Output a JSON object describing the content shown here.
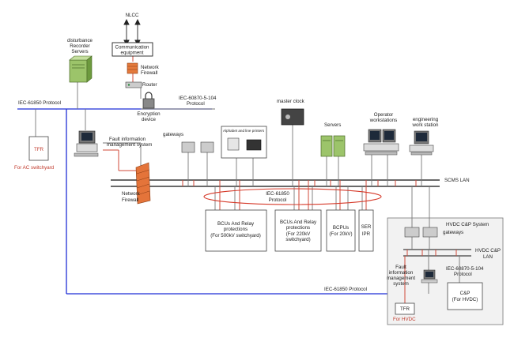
{
  "labels": {
    "nlcc": "NLCC",
    "comm_equipment_1": "Communication",
    "comm_equipment_2": "equipment",
    "network_firewall_top_1": "Network",
    "network_firewall_top_2": "Firewall",
    "router": "Router",
    "encryption_1": "Encryption",
    "encryption_2": "device",
    "disturbance_1": "disturbance",
    "disturbance_2": "Recorder",
    "disturbance_3": "Servers",
    "iec61850_top": "IEC-61850 Protocol",
    "iec104_top_1": "IEC-60870-5-104",
    "iec104_top_2": "Protocol",
    "master_clock": "master clock",
    "servers": "Servers",
    "operator_ws_1": "Operator",
    "operator_ws_2": "workstations",
    "engineering_ws_1": "engineering",
    "engineering_ws_2": "work station",
    "gateways_top": "gateways",
    "fault_info_1": "Fault information",
    "fault_info_2": "management system",
    "printers": "Alphabet and line printers",
    "tfr_ac": "TFR",
    "tfr_ac_caption": "For AC switchyard",
    "network_firewall_mid_1": "Network",
    "network_firewall_mid_2": "Firewall",
    "scms_lan": "SCMS LAN",
    "iec61850_mid_1": "IEC-61850",
    "iec61850_mid_2": "Protocol",
    "bcu500_1": "BCUs And Relay",
    "bcu500_2": "protections",
    "bcu500_3": "(For 500kV switchyard)",
    "bcu220_1": "BCUs And Relay",
    "bcu220_2": "protections",
    "bcu220_3": "(For 220kV",
    "bcu220_4": "switchyard)",
    "bcu20_1": "BCPUs",
    "bcu20_2": "(For 20kV)",
    "ser_1": "SER",
    "ser_2": "IPR",
    "hvdc_system": "HVDC C&P System",
    "gateways_hvdc": "gateways",
    "hvdc_lan_1": "HVDC C&P",
    "hvdc_lan_2": "LAN",
    "iec104_hvdc_1": "IEC-60870-5-104",
    "iec104_hvdc_2": "Protocol",
    "fault_hvdc_1": "Fault",
    "fault_hvdc_2": "information",
    "fault_hvdc_3": "management",
    "fault_hvdc_4": "system",
    "cp_1": "C&P",
    "cp_2": "(For HVDC)",
    "tfr_hvdc": "TFR",
    "tfr_hvdc_caption": "For HVDC",
    "iec61850_bottom": "IEC-61850 Protocol"
  },
  "colors": {
    "blue_bus": "#1f2fd6",
    "red_link": "#d04a3a",
    "black_line": "#111111",
    "gray_line": "#777777",
    "server_green": "#9cc46a"
  }
}
